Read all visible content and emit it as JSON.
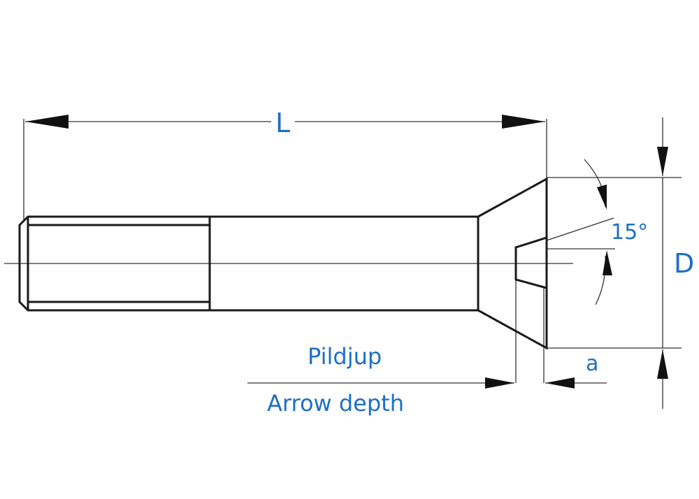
{
  "colors": {
    "outline": "#1a1a1a",
    "dimension_line": "#333333",
    "label": "#1e6fc5",
    "background": "#ffffff"
  },
  "labels": {
    "length": "L",
    "diameter": "D",
    "angle": "15°",
    "chamfer": "a",
    "depth_sv": "Pildjup",
    "depth_en": "Arrow depth"
  }
}
